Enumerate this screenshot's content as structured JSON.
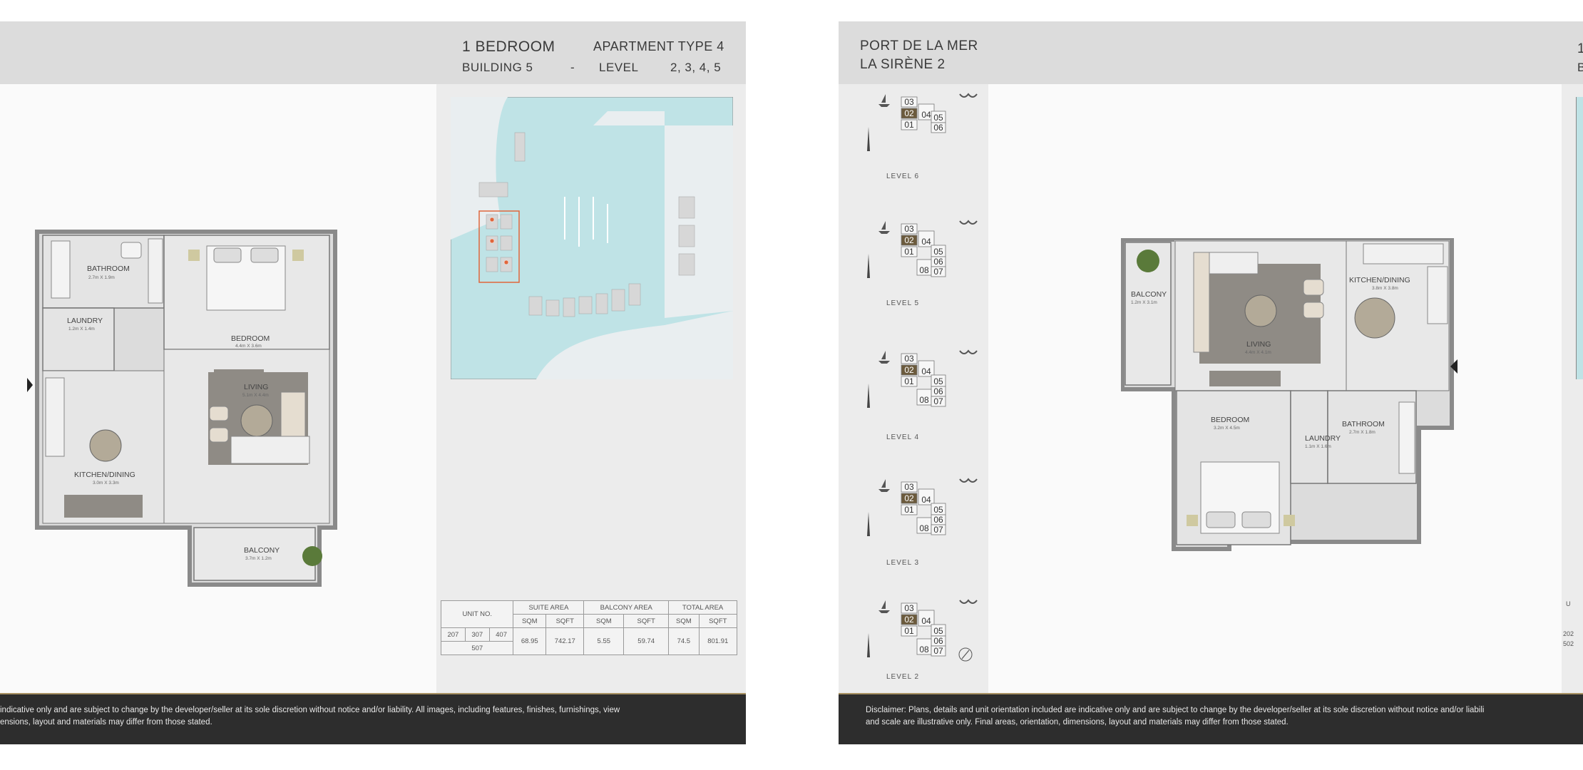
{
  "left_page": {
    "header": {
      "bedroom": "1 BEDROOM",
      "apartment_type": "APARTMENT  TYPE 4",
      "building": "BUILDING 5",
      "dash": "-",
      "level_label": "LEVEL",
      "levels": "2, 3, 4, 5"
    },
    "rooms": {
      "bathroom": "BATHROOM",
      "bathroom_size": "2.7m X 1.9m",
      "laundry": "LAUNDRY",
      "laundry_size": "1.2m X 1.4m",
      "bedroom": "BEDROOM",
      "bedroom_size": "4.4m X 3.6m",
      "living": "LIVING",
      "living_size": "5.1m X 4.4m",
      "kitchen": "KITCHEN/DINING",
      "kitchen_size": "3.0m X 3.3m",
      "balcony": "BALCONY",
      "balcony_size": "3.7m X 1.2m"
    },
    "area_table": {
      "unit_no_header": "UNIT NO.",
      "suite_area_header": "SUITE AREA",
      "balcony_area_header": "BALCONY AREA",
      "total_area_header": "TOTAL AREA",
      "sqm": "SQM",
      "sqft": "SQFT",
      "units": [
        "207",
        "307",
        "407",
        "507"
      ],
      "suite_sqm": "68.95",
      "suite_sqft": "742.17",
      "balcony_sqm": "5.55",
      "balcony_sqft": "59.74",
      "total_sqm": "74.5",
      "total_sqft": "801.91"
    },
    "disclaimer_line1": "indicative only and are subject to change by the developer/seller at its sole discretion without notice and/or liability. All images, including features, finishes, furnishings, view",
    "disclaimer_line2": "ensions, layout and materials may differ from those stated."
  },
  "right_page": {
    "header": {
      "project": "PORT DE LA MER",
      "building_name": "LA SIRÈNE 2",
      "cut_line1": "1",
      "cut_line2": "B"
    },
    "levels": [
      {
        "label": "LEVEL 6",
        "units": [
          "03",
          "02",
          "04",
          "01",
          "05",
          "06"
        ]
      },
      {
        "label": "LEVEL 5",
        "units": [
          "03",
          "02",
          "04",
          "01",
          "05",
          "06",
          "08",
          "07"
        ]
      },
      {
        "label": "LEVEL 4",
        "units": [
          "03",
          "02",
          "04",
          "01",
          "05",
          "06",
          "08",
          "07"
        ]
      },
      {
        "label": "LEVEL 3",
        "units": [
          "03",
          "02",
          "04",
          "01",
          "05",
          "06",
          "08",
          "07"
        ]
      },
      {
        "label": "LEVEL 2",
        "units": [
          "03",
          "02",
          "04",
          "01",
          "05",
          "06",
          "08",
          "07"
        ]
      }
    ],
    "rooms": {
      "balcony": "BALCONY",
      "balcony_size": "1.2m X 3.1m",
      "living": "LIVING",
      "living_size": "4.4m X 4.1m",
      "kitchen": "KITCHEN/DINING",
      "kitchen_size": "3.8m X 3.8m",
      "bedroom": "BEDROOM",
      "bedroom_size": "3.2m X 4.5m",
      "laundry": "LAUNDRY",
      "laundry_size": "1.1m X 1.6m",
      "bathroom": "BATHROOM",
      "bathroom_size": "2.7m X 1.8m"
    },
    "table_cut": {
      "u": "U",
      "r1": "202",
      "r2": "502"
    },
    "disclaimer_line1": "Disclaimer: Plans, details and unit orientation included are indicative only and are subject to change by the developer/seller at its sole discretion without notice and/or liabili",
    "disclaimer_line2": "and scale are illustrative only. Final areas, orientation, dimensions, layout and materials may differ from those stated."
  },
  "colors": {
    "header_bg": "#dcdcdc",
    "sea": "#bfe3e6",
    "disclaimer_bg": "#2d2d2d",
    "accent_gold": "#a89162",
    "highlight": "#e0663c"
  }
}
